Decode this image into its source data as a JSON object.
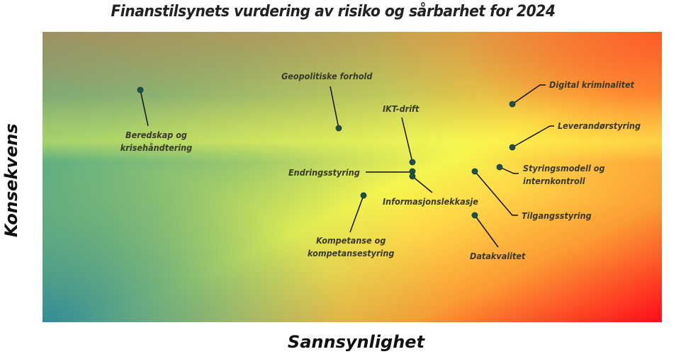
{
  "chart_data": {
    "type": "scatter",
    "title": "Finanstilsynets vurdering av risiko og sårbarhet for 2024",
    "xlabel": "Sannsynlighet",
    "ylabel": "Konsekvens",
    "grid": false,
    "legend": null,
    "background": "heatmap gradient: teal (low/low, bottom-left) → green → yellow → orange → red (high/high, top-right)",
    "xlim": [
      0,
      100
    ],
    "ylim": [
      0,
      100
    ],
    "points": [
      {
        "label": "Beredskap og krisehåndtering",
        "x": 16,
        "y": 80
      },
      {
        "label": "Geopolitiske forhold",
        "x": 48,
        "y": 67
      },
      {
        "label": "IKT-drift",
        "x": 60,
        "y": 55
      },
      {
        "label": "Endringsstyring",
        "x": 60,
        "y": 52
      },
      {
        "label": "Informasjonslekkasje",
        "x": 60,
        "y": 50
      },
      {
        "label": "Digital kriminalitet",
        "x": 76,
        "y": 75
      },
      {
        "label": "Leverandørstyring",
        "x": 76,
        "y": 60
      },
      {
        "label": "Styringsmodell og internkontroll",
        "x": 74,
        "y": 54
      },
      {
        "label": "Tilgangsstyring",
        "x": 70,
        "y": 52
      },
      {
        "label": "Kompetanse og kompetansestyring",
        "x": 52,
        "y": 44
      },
      {
        "label": "Datakvalitet",
        "x": 70,
        "y": 37
      }
    ]
  },
  "colors": {
    "marker": "#1f4f4a",
    "leader_line": "#111111",
    "label_text": "#3a3a2a",
    "high_risk": "#ff0a1a",
    "mid_risk": "#f5f54e",
    "low_risk": "#2b8a9a"
  },
  "labels": {
    "beredskap": [
      "Beredskap og",
      "krisehåndtering"
    ],
    "geopolitiske": "Geopolitiske forhold",
    "ikt": "IKT-drift",
    "endring": "Endringsstyring",
    "info": "Informasjonslekkasje",
    "digital": "Digital kriminalitet",
    "leverandor": "Leverandørstyring",
    "styring": [
      "Styringsmodell og",
      "internkontroll"
    ],
    "tilgang": "Tilgangsstyring",
    "kompetanse": [
      "Kompetanse og",
      "kompetansestyring"
    ],
    "datakvalitet": "Datakvalitet"
  }
}
